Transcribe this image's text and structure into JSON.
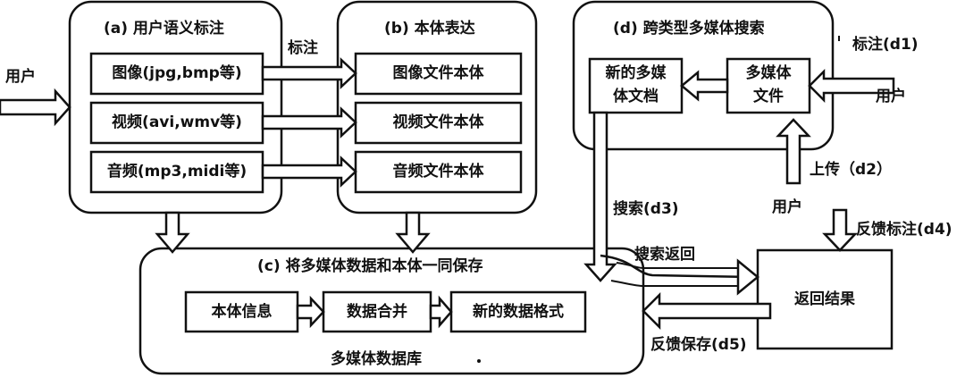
{
  "panel_a": {
    "title": "(a) 用户语义标注",
    "items": [
      "图像(jpg,bmp等)",
      "视频(avi,wmv等)",
      "音频(mp3,midi等)"
    ]
  },
  "panel_b": {
    "title": "(b) 本体表达",
    "items": [
      "图像文件本体",
      "视频文件本体",
      "音频文件本体"
    ]
  },
  "panel_c": {
    "title": "(c) 将多媒体数据和本体一同保存",
    "steps": [
      "本体信息",
      "数据合并",
      "新的数据格式"
    ],
    "footer": "多媒体数据库"
  },
  "panel_d": {
    "title": "(d) 跨类型多媒体搜索",
    "new_doc_line1": "新的多媒",
    "new_doc_line2": "体文档",
    "media_file_line1": "多媒体",
    "media_file_line2": "文件"
  },
  "result_box": "返回结果",
  "labels": {
    "user_left": "用户",
    "annotate": "标注",
    "annotate_d1": "标注(d1)",
    "user_d": "用户",
    "upload_d2": "上传（d2）",
    "user_bottom": "用户",
    "search_d3": "搜索(d3)",
    "feedback_annot_d4": "反馈标注(d4)",
    "search_return": "搜索返回",
    "feedback_save_d5": "反馈保存(d5)"
  }
}
